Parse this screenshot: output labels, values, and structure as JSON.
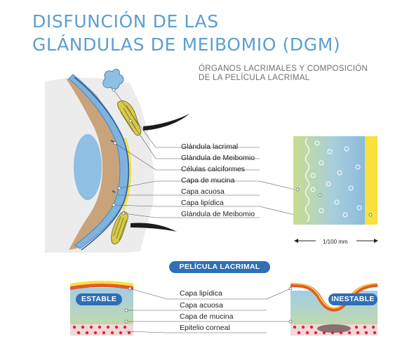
{
  "title": {
    "line1": "DISFUNCIÓN DE LAS",
    "line2": "GLÁNDULAS DE MEIBOMIO (DGM)"
  },
  "subtitle": {
    "line1": "ÓRGANOS LACRIMALES Y COMPOSICIÓN",
    "line2": "DE LA PELÍCULA LACRIMAL"
  },
  "eye_labels": [
    "Glándula lacrimal",
    "Glándula de Meibomio",
    "Células calciformes",
    "Capa de mucina",
    "Capa acuosa",
    "Capa lipídica",
    "Glándula de Meibomio"
  ],
  "scale_label": "1/100 mm",
  "tear_film_pill": "PELÍCULA LACRIMAL",
  "stable_pill": "ESTABLE",
  "unstable_pill": "INESTABLE",
  "bottom_labels": [
    "Capa lipídica",
    "Capa acuosa",
    "Capa de mucina",
    "Epitelio corneal"
  ],
  "colors": {
    "title": "#5a9fd2",
    "pill": "#2f6fb6",
    "lipid_yellow": "#f7e13a",
    "aqueous_blue": "#8fbfe3",
    "mucin_green": "#c9d98a",
    "tissue_tan": "#c9a37a",
    "epithelium_red": "#d6283b",
    "unstable_orange": "#e35a2b"
  }
}
